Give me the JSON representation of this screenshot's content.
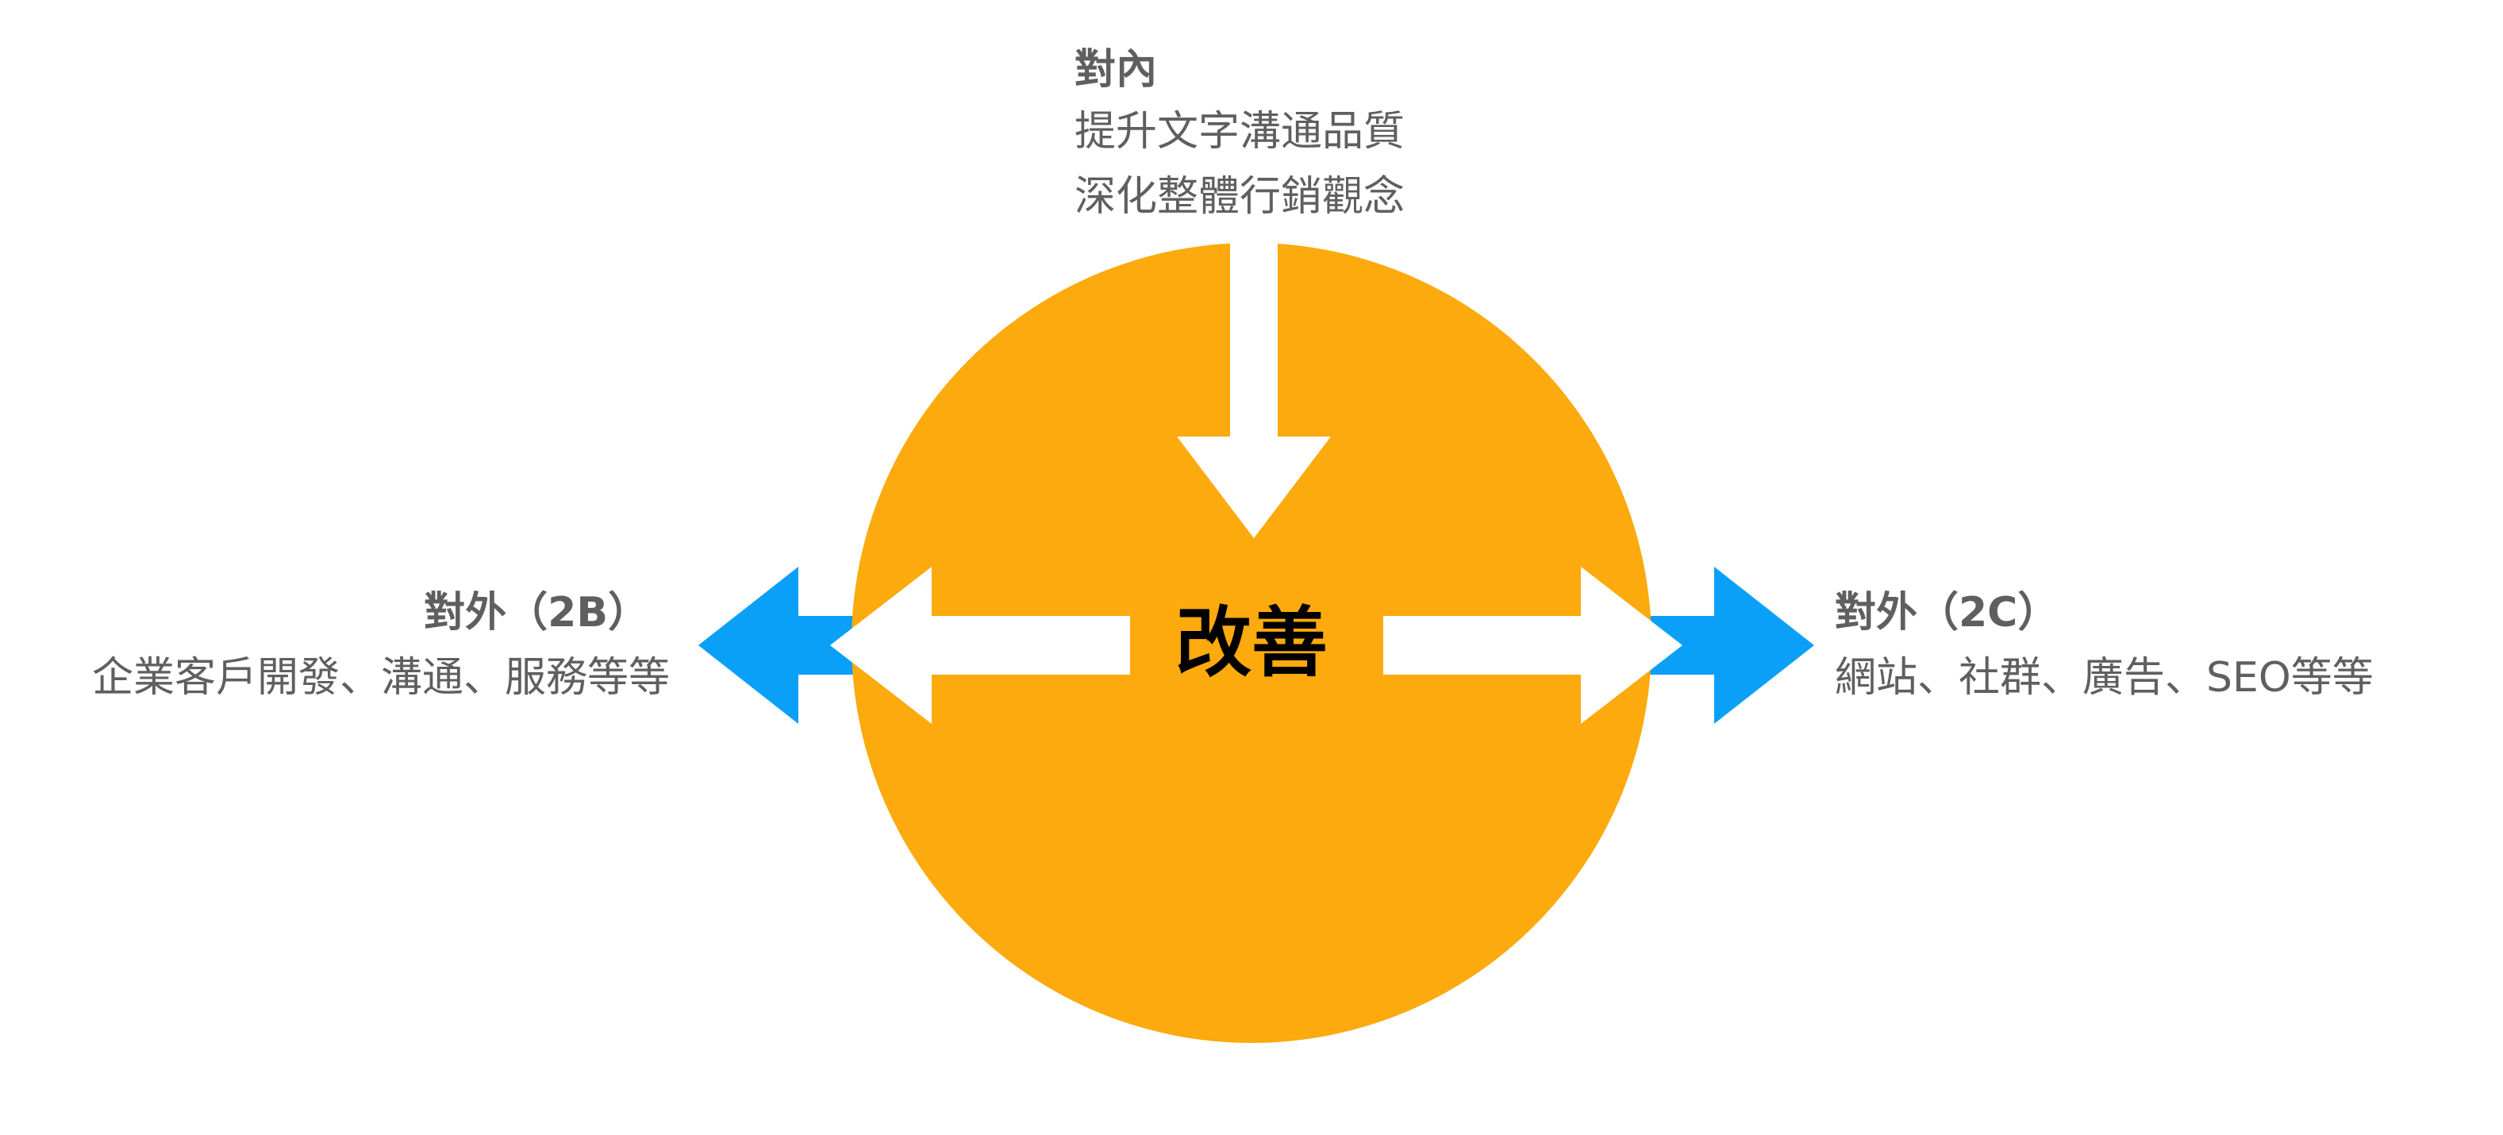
{
  "center": {
    "label": "改善"
  },
  "internal": {
    "heading": "對內",
    "lines": [
      "提升文字溝通品質",
      "深化整體行銷觀念"
    ]
  },
  "external_b2b": {
    "heading": "對外（2B）",
    "lines": [
      "企業客戶開發、溝通、服務等等"
    ]
  },
  "external_b2c": {
    "heading": "對外（2C）",
    "lines": [
      "網站、社群、廣告、SEO等等"
    ]
  },
  "colors": {
    "circle": "#FCAA0D",
    "outer_arrow": "#0BA0F8",
    "inner_arrow": "#FFFFFF",
    "text": "#5F5F5F",
    "center_text": "#000000"
  }
}
